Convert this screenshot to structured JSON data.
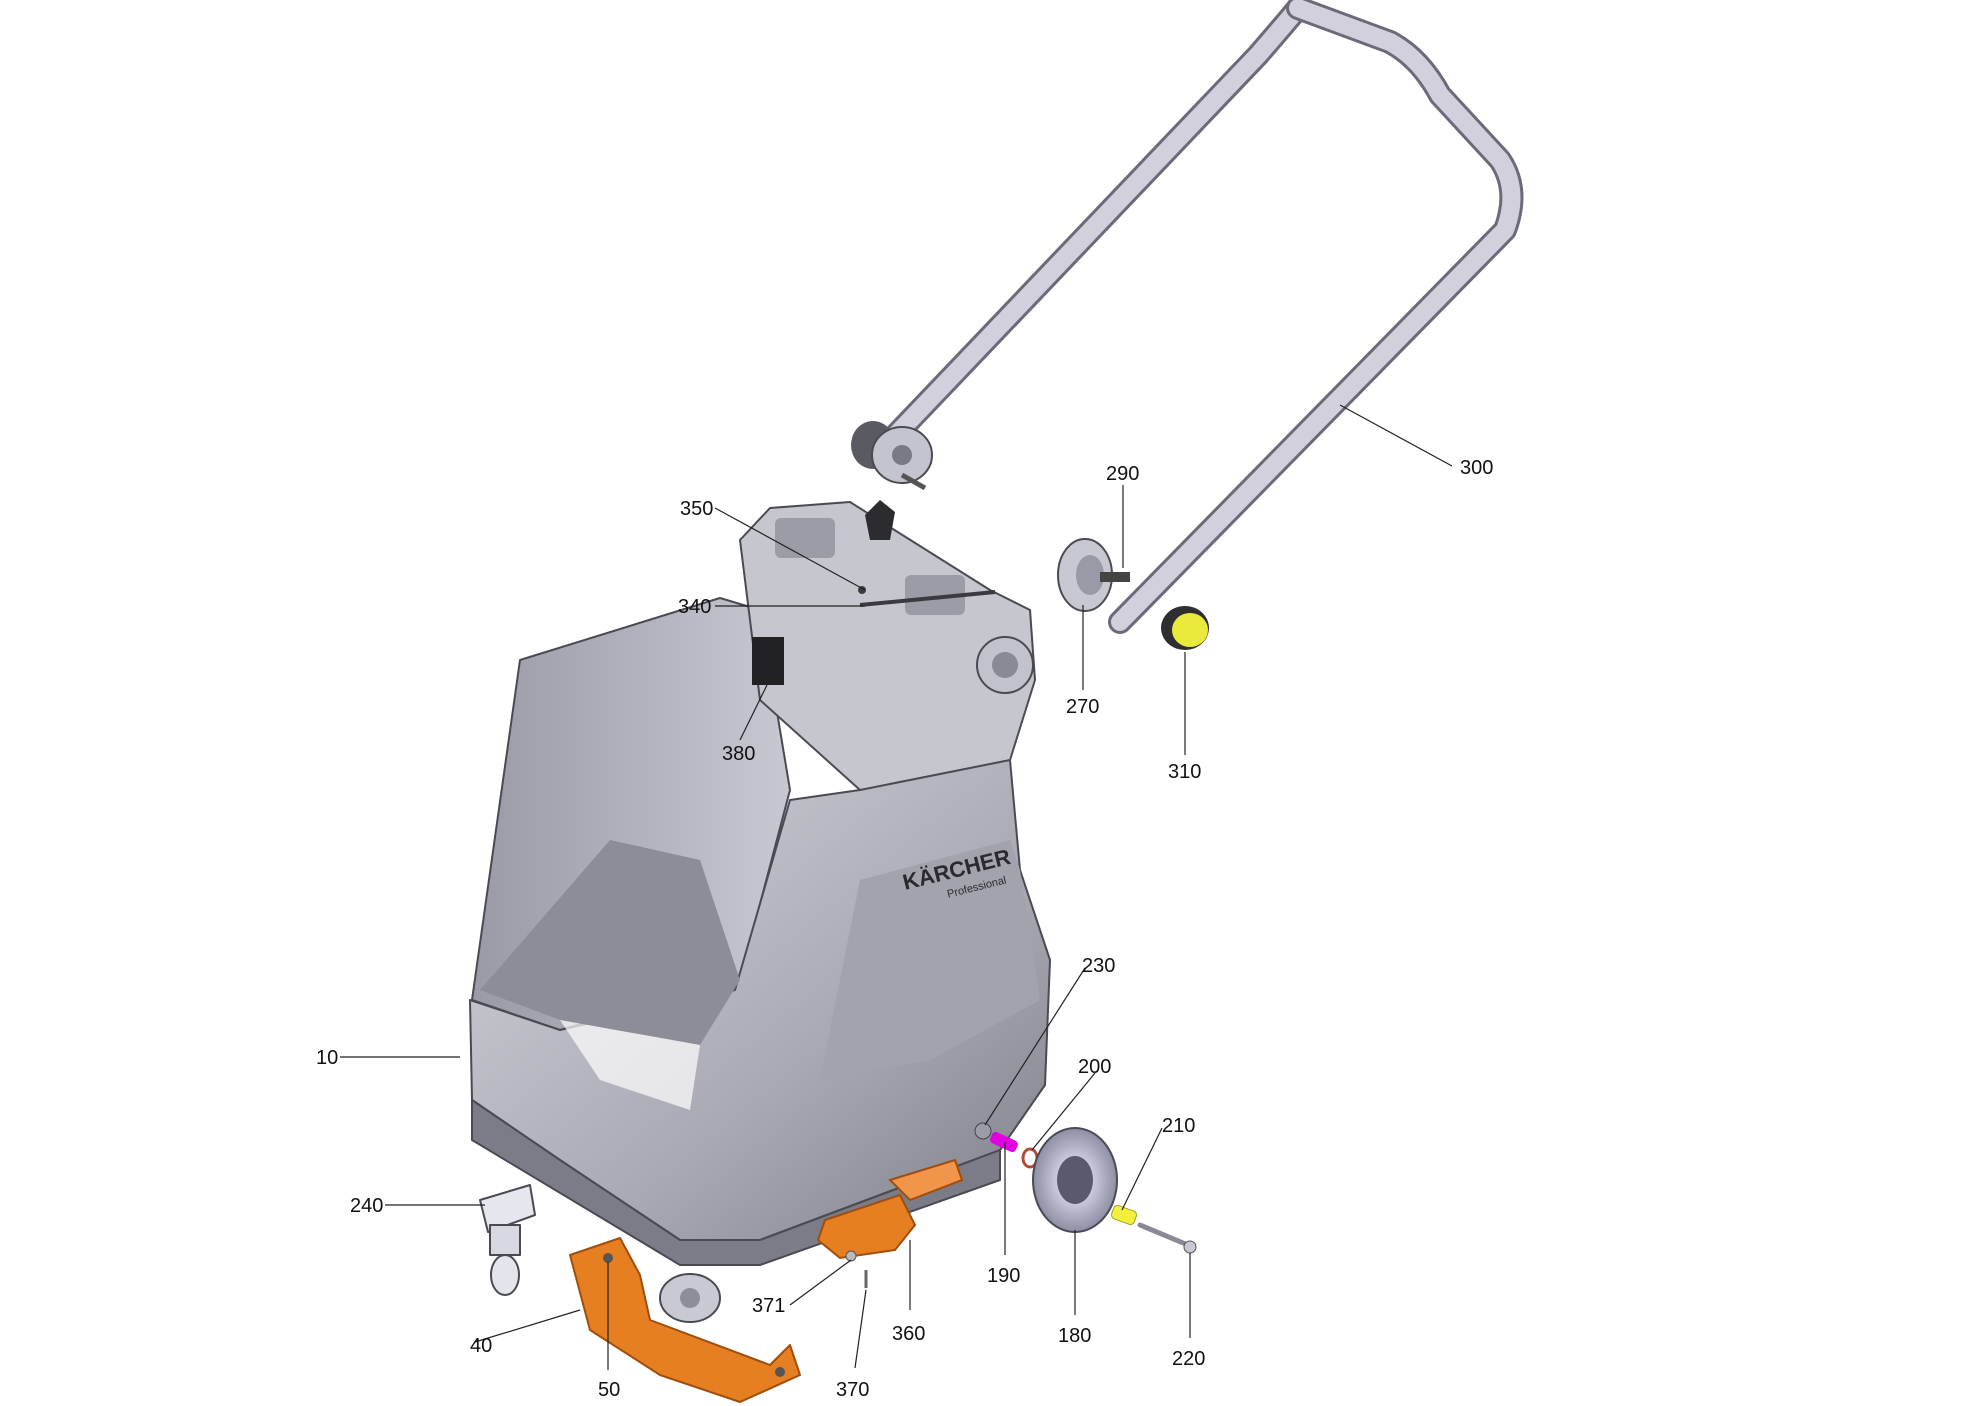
{
  "brand": {
    "logo_text": "KÄRCHER",
    "logo_sub": "Professional"
  },
  "colors": {
    "body_gray": "#b9b9c2",
    "body_dark": "#8e8e99",
    "handle": "#c9c7d3",
    "orange_part": "#e67e22",
    "magenta_part": "#e000e0",
    "yellow_part": "#f2f03a",
    "wheel": "#b8b8cc"
  },
  "callouts": [
    {
      "id": "c300",
      "label": "300"
    },
    {
      "id": "c290",
      "label": "290"
    },
    {
      "id": "c350",
      "label": "350"
    },
    {
      "id": "c340",
      "label": "340"
    },
    {
      "id": "c270",
      "label": "270"
    },
    {
      "id": "c310",
      "label": "310"
    },
    {
      "id": "c380",
      "label": "380"
    },
    {
      "id": "c230",
      "label": "230"
    },
    {
      "id": "c200",
      "label": "200"
    },
    {
      "id": "c10",
      "label": "10"
    },
    {
      "id": "c210",
      "label": "210"
    },
    {
      "id": "c240",
      "label": "240"
    },
    {
      "id": "c190",
      "label": "190"
    },
    {
      "id": "c371",
      "label": "371"
    },
    {
      "id": "c360",
      "label": "360"
    },
    {
      "id": "c180",
      "label": "180"
    },
    {
      "id": "c40",
      "label": "40"
    },
    {
      "id": "c220",
      "label": "220"
    },
    {
      "id": "c50",
      "label": "50"
    },
    {
      "id": "c370",
      "label": "370"
    }
  ]
}
